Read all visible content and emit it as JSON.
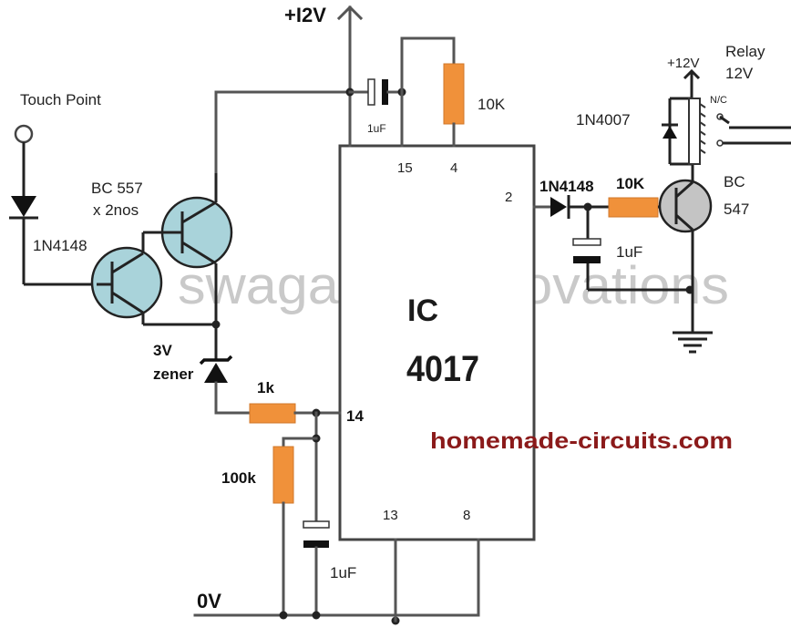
{
  "supply": {
    "vcc_label": "+I2V",
    "gnd_label": "0V"
  },
  "touch": {
    "label": "Touch Point"
  },
  "input_diode": {
    "label": "1N4148"
  },
  "transistors": {
    "label_line1": "BC 557",
    "label_line2": "x 2nos"
  },
  "zener": {
    "label_line1": "3V",
    "label_line2": "zener"
  },
  "ic": {
    "label_line1": "IC",
    "label_line2": "4017",
    "pins": {
      "p15": "15",
      "p4": "4",
      "p2": "2",
      "p14": "14",
      "p13": "13",
      "p8": "8"
    }
  },
  "components": {
    "r_1k": "1k",
    "r_100k": "100k",
    "c_bottom": "1uF",
    "c_top": "1uF",
    "r_top": "10K",
    "d_out": "1N4148",
    "r_base": "10K",
    "c_out": "1uF",
    "transistor_out_line1": "BC",
    "transistor_out_line2": "547",
    "relay_diode": "1N4007",
    "relay_vcc": "+12V",
    "relay_line1": "Relay",
    "relay_line2": "12V",
    "relay_nc": "N/C"
  },
  "watermarks": {
    "faint": "swagatam innovations",
    "site": "homemade-circuits.com"
  },
  "colors": {
    "resistor": "#f0913a",
    "transistor": "#a9d3da",
    "site_text": "#8b1a1a"
  }
}
